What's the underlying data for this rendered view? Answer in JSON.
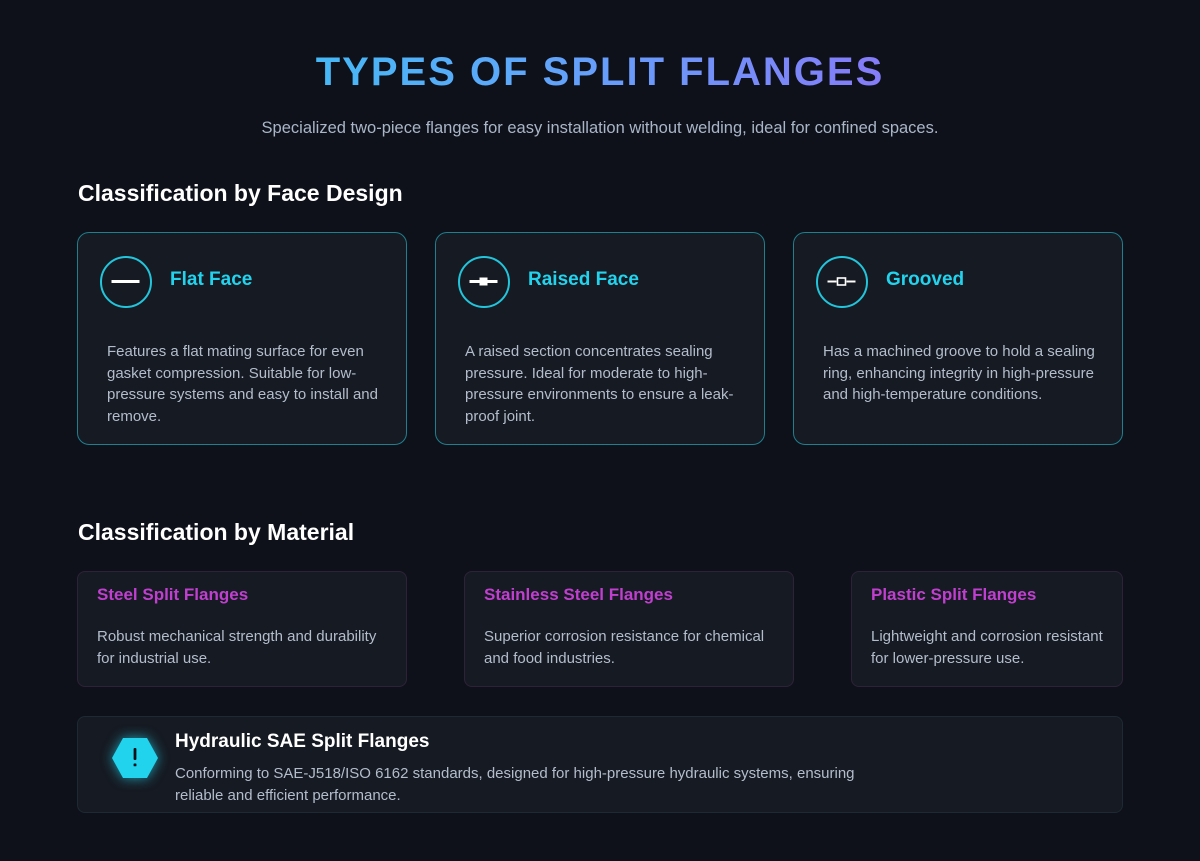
{
  "header": {
    "title": "TYPES OF SPLIT FLANGES",
    "subtitle": "Specialized two-piece flanges for easy installation without welding, ideal for confined spaces."
  },
  "face_section": {
    "heading": "Classification by Face Design",
    "cards": [
      {
        "icon": "flat-face-icon",
        "title": "Flat Face",
        "description": "Features a flat mating surface for even gasket compression. Suitable for low-pressure systems and easy to install and remove."
      },
      {
        "icon": "raised-face-icon",
        "title": "Raised Face",
        "description": "A raised section concentrates sealing pressure. Ideal for moderate to high-pressure environments to ensure a leak-proof joint."
      },
      {
        "icon": "grooved-face-icon",
        "title": "Grooved",
        "description": "Has a machined groove to hold a sealing ring, enhancing integrity in high-pressure and high-temperature conditions."
      }
    ]
  },
  "material_section": {
    "heading": "Classification by Material",
    "cards": [
      {
        "title": "Steel Split Flanges",
        "description": "Robust mechanical strength and durability for industrial use."
      },
      {
        "title": "Stainless Steel Flanges",
        "description": "Superior corrosion resistance for chemical and food industries."
      },
      {
        "title": "Plastic Split Flanges",
        "description": "Lightweight and corrosion resistant for lower-pressure use."
      }
    ]
  },
  "callout": {
    "icon": "warning-hexagon-icon",
    "icon_glyph": "!",
    "title": "Hydraulic SAE Split Flanges",
    "description": "Conforming to SAE-J518/ISO 6162 standards, designed for high-pressure hydraulic systems, ensuring reliable and efficient performance."
  },
  "colors": {
    "background": "#0e111a",
    "card_background": "#161a22",
    "accent_cyan": "#22d3ee",
    "accent_magenta": "#c13fd0",
    "title_gradient_start": "#22d3ee",
    "title_gradient_end": "#a855f7"
  }
}
